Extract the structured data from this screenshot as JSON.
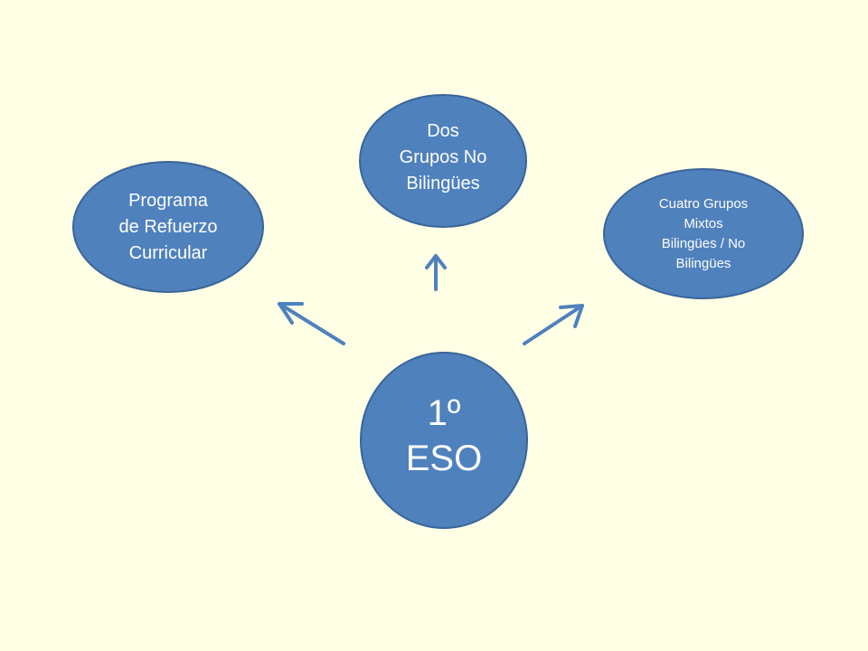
{
  "diagram": {
    "center": {
      "text": "1º\nESO"
    },
    "top": {
      "text": "Dos\nGrupos No\nBilingües"
    },
    "left": {
      "text": "Programa\nde Refuerzo\nCurricular"
    },
    "right": {
      "text": "Cuatro Grupos\nMixtos\nBilingües / No\nBilingües"
    }
  },
  "colors": {
    "background": "#FFFFE6",
    "node_fill": "#4F81BD",
    "node_border": "#3A6599",
    "arrow": "#4F81BD",
    "text": "#FFFFFF"
  }
}
